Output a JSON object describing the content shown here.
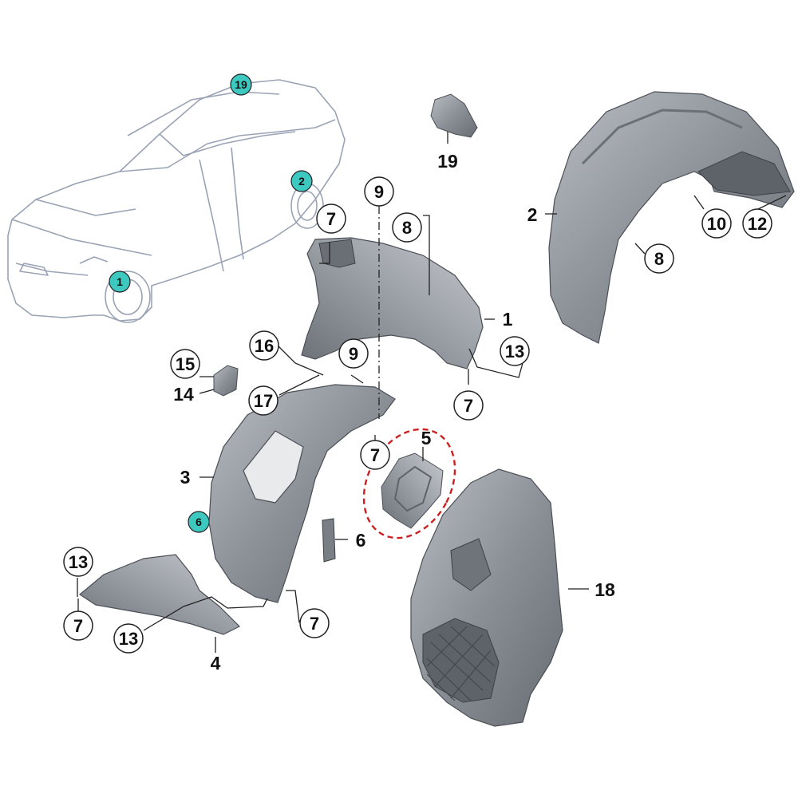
{
  "car_badges": {
    "b19": "19",
    "b2": "2",
    "b1": "1",
    "b6": "6"
  },
  "callouts": {
    "c19": "19",
    "c9a": "9",
    "c7a": "7",
    "c8a": "8",
    "c2": "2",
    "c8b": "8",
    "c10": "10",
    "c12": "12",
    "c1": "1",
    "c16": "16",
    "c9b": "9",
    "c13a": "13",
    "c15": "15",
    "c14": "14",
    "c17": "17",
    "c7b": "7",
    "c5": "5",
    "c3": "3",
    "c7c": "7",
    "c6": "6",
    "c18": "18",
    "c13b": "13",
    "c7d": "7",
    "c13c": "13",
    "c4": "4",
    "c7e": "7"
  },
  "colors": {
    "badge": "#3ec9c0",
    "part_fill": "#8d9299",
    "part_dark": "#5e636a",
    "highlight": "#cc1f1f",
    "car_outline": "#9aa3b5"
  }
}
